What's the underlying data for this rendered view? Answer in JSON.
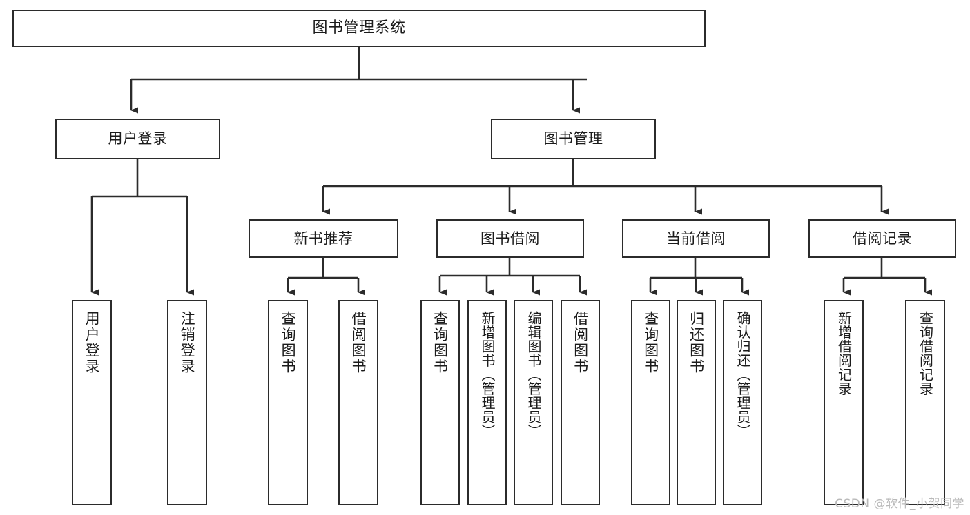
{
  "diagram": {
    "title": "图书管理系统",
    "type": "tree-hierarchy-diagram",
    "colors": {
      "box_border": "#2b2b2b",
      "box_fill": "#ffffff",
      "connector": "#2b2b2b",
      "text": "#1b1b1b",
      "watermark": "#b9b9b9",
      "canvas": "#ffffff"
    },
    "root": {
      "label": "图书管理系统"
    },
    "level2": [
      {
        "label": "用户登录"
      },
      {
        "label": "图书管理"
      }
    ],
    "level3": [
      {
        "label": "新书推荐"
      },
      {
        "label": "图书借阅"
      },
      {
        "label": "当前借阅"
      },
      {
        "label": "借阅记录"
      }
    ],
    "leaves": {
      "user_login": [
        {
          "label": "用户登录"
        },
        {
          "label": "注销登录"
        }
      ],
      "new_book_recommend": [
        {
          "label": "查询图书"
        },
        {
          "label": "借阅图书"
        }
      ],
      "book_borrow": [
        {
          "label": "查询图书"
        },
        {
          "label": "新增图书（管理员）"
        },
        {
          "label": "编辑图书（管理员）"
        },
        {
          "label": "借阅图书"
        }
      ],
      "current_borrow": [
        {
          "label": "查询图书"
        },
        {
          "label": "归还图书"
        },
        {
          "label": "确认归还（管理员）"
        }
      ],
      "borrow_record": [
        {
          "label": "新增借阅记录"
        },
        {
          "label": "查询借阅记录"
        }
      ]
    },
    "watermark": "CSDN @软件_小贺同学"
  }
}
